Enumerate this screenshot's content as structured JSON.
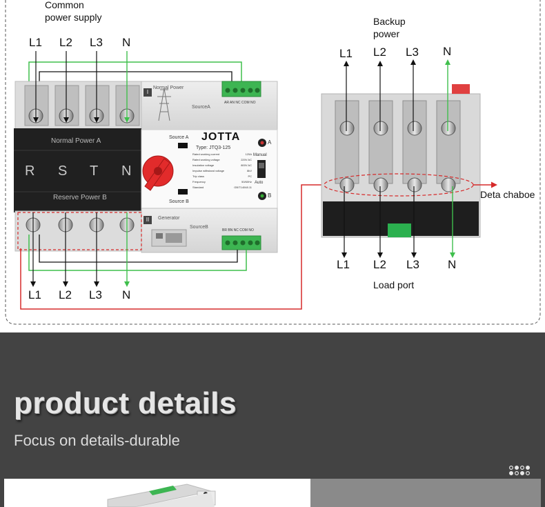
{
  "diagram": {
    "common_supply_line1": "Common",
    "common_supply_line2": "power supply",
    "backup_line1": "Backup",
    "backup_line2": "power",
    "phases_top_left": [
      "L1",
      "L2",
      "L3",
      "N"
    ],
    "phases_bottom_left": [
      "L1",
      "L2",
      "L3",
      "N"
    ],
    "phases_top_right": [
      "L1",
      "L2",
      "L3",
      "N"
    ],
    "phases_bottom_right": [
      "L1",
      "L2",
      "L3",
      "N"
    ],
    "detail_label": "Deta chaboe",
    "load_port_label": "Load port",
    "device": {
      "normal_power_panel": "Normal Power A",
      "reserve_power_panel": "Reserve Power B",
      "phase_letters": [
        "R",
        "S",
        "T",
        "N"
      ],
      "brand": "JOTTA",
      "type": "Type: JTQ3-125",
      "source_a": "Source A",
      "source_b": "Source B",
      "normal_power_header": "Normal Power",
      "generator_header": "Generator",
      "source_a_small": "SourceA",
      "source_b_small": "SourceB",
      "manual": "Manual",
      "auto": "Auto",
      "indicator_a": "A",
      "indicator_b": "B",
      "terminal_top": "AR AN  NC COM NO",
      "terminal_bottom": "BR BN NC COM NO",
      "roman_1": "I",
      "roman_2": "II",
      "specs": [
        [
          "Rated working current",
          "125A"
        ],
        [
          "Rated working voltage",
          "220V AC"
        ],
        [
          "Insulation voltage",
          "800V AC"
        ],
        [
          "Impulse withstand voltage",
          "8kV"
        ],
        [
          "Trip class",
          "PC"
        ],
        [
          "Frequency",
          "50/60Hz"
        ],
        [
          "Standard",
          "GB/T14048.11"
        ]
      ]
    }
  },
  "section": {
    "title": "product details",
    "subtitle": "Focus on details-durable"
  },
  "colors": {
    "green_wire": "#3fbf4c",
    "black_wire": "#111111",
    "red_wire": "#d62a2a",
    "dark_bg": "#434343"
  }
}
